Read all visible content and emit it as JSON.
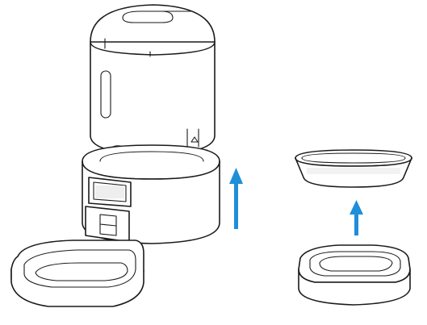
{
  "figure": {
    "description_free": true,
    "colors": {
      "outline": "#1a1a1a",
      "fill": "#ffffff",
      "shade_light": "#f2f2f2",
      "shade_mid": "#e6e6e6",
      "arrow": "#1e8fd8"
    },
    "parts": [
      {
        "id": "feeder-hopper",
        "icon": "hopper-cylinder"
      },
      {
        "id": "feeder-base",
        "icon": "base-cylinder"
      },
      {
        "id": "feeder-food-bowl",
        "icon": "bowl-tray"
      },
      {
        "id": "stainless-bowl-insert",
        "icon": "shallow-dish"
      },
      {
        "id": "bowl-holder",
        "icon": "bowl-holder"
      }
    ],
    "arrows": [
      {
        "id": "lift-arrow-base",
        "direction": "up"
      },
      {
        "id": "lift-arrow-bowl",
        "direction": "up"
      }
    ]
  }
}
